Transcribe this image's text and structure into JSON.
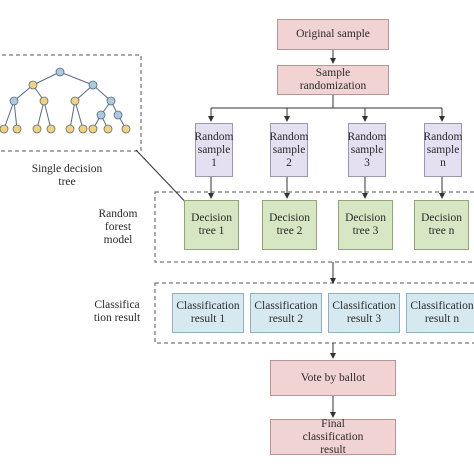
{
  "colors": {
    "pink": "#f2d3d3",
    "lavender": "#e4e0f1",
    "green": "#d7e6c3",
    "blue": "#d6e9f0",
    "tree_node_blue": "#a9cbe0",
    "tree_node_yellow": "#f3d37a"
  },
  "nodes": {
    "original": "Original sample",
    "randomization": "Sample randomization",
    "samples": [
      "Random sample 1",
      "Random sample 2",
      "Random sample 3",
      "Random sample n"
    ],
    "trees": [
      "Decision tree 1",
      "Decision tree 2",
      "Decision tree 3",
      "Decision tree n"
    ],
    "results": [
      "Classification result 1",
      "Classification result 2",
      "Classification result 3",
      "Classification result n"
    ],
    "vote": "Vote by ballot",
    "final": "Final classification result"
  },
  "labels": {
    "single_tree": "Single decision tree",
    "forest": "Random forest model",
    "classification": "Classifica tion result"
  }
}
